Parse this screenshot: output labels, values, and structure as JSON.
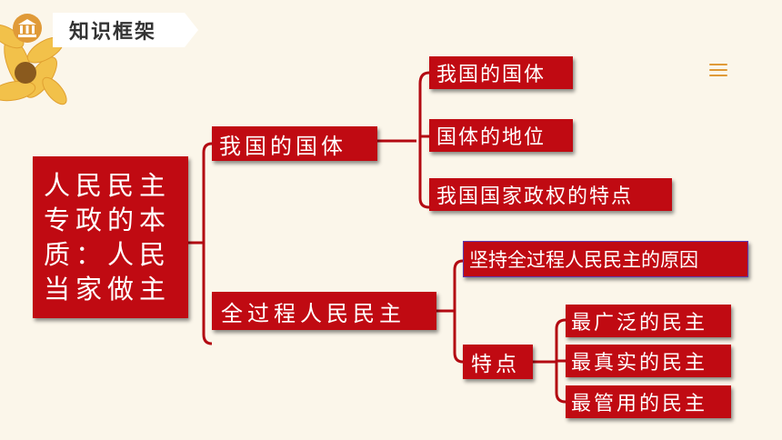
{
  "header": {
    "title": "知识框架",
    "icon": "classical-building-icon"
  },
  "menu": {
    "icon": "menu-icon"
  },
  "root": {
    "lines": [
      "人民民主",
      "专政的本",
      "质：人民",
      "当家做主"
    ]
  },
  "branches": {
    "guoti": {
      "label": "我国的国体",
      "children": [
        "我国的国体",
        "国体的地位",
        "我国国家政权的特点"
      ]
    },
    "quanguocheng": {
      "label": "全过程人民民主",
      "reason": "坚持全过程人民民主的原因",
      "tedian": {
        "label": "特点",
        "children": [
          "最广泛的民主",
          "最真实的民主",
          "最管用的民主"
        ]
      }
    }
  },
  "colors": {
    "box": "#c00a12",
    "background": "#fbf6ea",
    "accent": "#e09a38"
  }
}
